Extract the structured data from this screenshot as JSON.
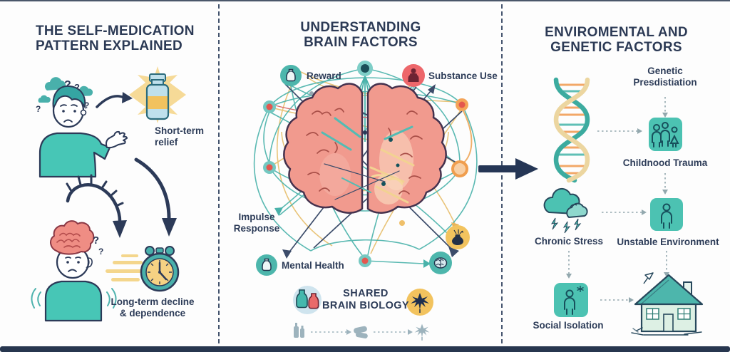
{
  "colors": {
    "navy": "#2c3a55",
    "teal": "#47c6b6",
    "teal_dark": "#35a5a3",
    "teal_square": "#4cc2b2",
    "coral": "#ed676b",
    "yellow": "#f2c35e",
    "burst_yellow": "#f6da97",
    "gray": "#9db3bd",
    "bottom_bar": "#27364f"
  },
  "left_panel": {
    "title": [
      "THE SELF-MEDICATION",
      "PATTERN EXPLAINED"
    ],
    "short_term": [
      "Short-term",
      "relief"
    ],
    "long_term": [
      "Long-term decline",
      "& dependence"
    ],
    "qmark": "?"
  },
  "middle_panel": {
    "title": [
      "UNDERSTANDING",
      "BRAIN FACTORS"
    ],
    "labels": {
      "reward": "Reward",
      "substance_use": "Substance Use",
      "impulse": [
        "Impulse",
        "Response"
      ],
      "mental_health": "Mental Health",
      "shared": [
        "SHARED",
        "BRAIN BIOLOGY"
      ]
    }
  },
  "right_panel": {
    "title": [
      "ENVIROMENTAL AND",
      "GENETIC FACTORS"
    ],
    "labels": {
      "genetic": [
        "Genetic",
        "Presdistiation"
      ],
      "childhood_trauma": "Childnood Trauma",
      "chronic_stress": "Chronic Stress",
      "unstable_environment": "Unstable Environment",
      "social_isolation": "Social Isolation"
    }
  },
  "icons": [
    "worried-person-icon",
    "thought-cloud-icon",
    "pill-bottle-icon",
    "curved-arrow-icon",
    "barbed-arrow-icon",
    "tangled-brain-person-icon",
    "stopwatch-icon",
    "bottle-icon",
    "substance-user-icon",
    "network-node-icon",
    "brain-icon",
    "bong-icon",
    "cannabis-leaf-icon",
    "pills-icon",
    "big-right-arrow-icon",
    "dna-icon",
    "family-icon",
    "storm-cloud-icon",
    "lightning-bolt-icon",
    "person-icon",
    "person-gear-icon",
    "house-icon",
    "dashed-arrow-icon"
  ]
}
